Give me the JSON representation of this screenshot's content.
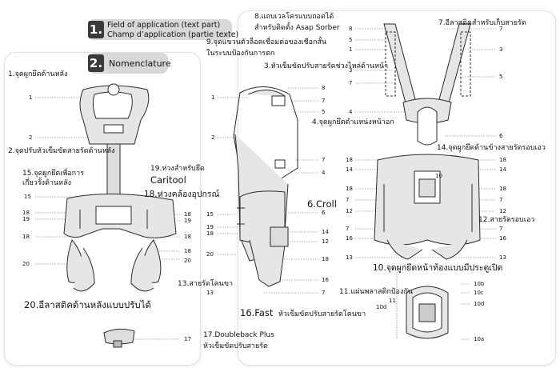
{
  "header1": {
    "number": "1.",
    "line1": "Field of application (text part)",
    "line2": "Champ d’application (partie texte)"
  },
  "header2": {
    "number": "2.",
    "title": "Nomenclature"
  },
  "labels": {
    "l1": "1.จุดผูกยึดด้านหลัง",
    "l2": "2.จุดปรับหัวเข็มขัดสายรัดด้านหลัง",
    "l3": "3.หัวเข็มขัดปรับสายรัดช่วงไหล่ด้านหน้า",
    "l4": "4.จุดผูกยึดตำแหน่งหน้าอก",
    "l6": "6.Croll",
    "l7": "7.อีลาสติคสำหรับเก็บสายรัด",
    "l8a": "8.แถบเวลโครแบบถอดได้",
    "l8b": "สำหรับติดตั้ง Asap Sorber",
    "l9a": "9.จุดแขวนตัวล็อคเชื่อมต่อของเชือกสั้น",
    "l9b": "ในระบบป้องกันการตก",
    "l10": "10.จุดผูกยึดหน้าท้องแบบมีประตูเปิด",
    "l11": "11.แผ่นพลาสติกป้องกัน",
    "l12": "12.สายรัดรอบเอว",
    "l13": "13.สายรัดโคนขา",
    "l14": "14.จุดผูกยึดด้านข้างสายรัดรอบเอว",
    "l15a": "15.จุดผูกยึดเพื่อการ",
    "l15b": "เกี่ยวรั้งด้านหลัง",
    "l16a": "16.Fast",
    "l16b": "หัวเข็มขัดปรับสายรัดโคนขา",
    "l17a": "17.Doubleback Plus",
    "l17b": "หัวเข็มขัดปรับสายรัด",
    "l18": "18.ห่วงคล้องอุปกรณ์",
    "l19a": "19.ห่วงสำหรับยึด",
    "l19b": "Caritool",
    "l20": "20.อีลาสติคด้านหลังแบบปรับได้"
  },
  "numbers": {
    "n1": "1",
    "n2": "2",
    "n3": "3",
    "n4": "4",
    "n5": "5",
    "n6": "6",
    "n7": "7",
    "n8": "8",
    "n10": "10",
    "n11": "11",
    "n12": "12",
    "n13": "13",
    "n14": "14",
    "n15": "15",
    "n16": "16",
    "n17": "17",
    "n18": "18",
    "n19": "19",
    "n20": "20",
    "n10a": "10a",
    "n10b": "10b",
    "n10c": "10c",
    "n10d": "10d"
  },
  "colors": {
    "header_bg": "#d8d8d8",
    "number_bg": "#3a3a3a",
    "outline": "#2a2a2a",
    "fill": "#e6e6e6"
  }
}
